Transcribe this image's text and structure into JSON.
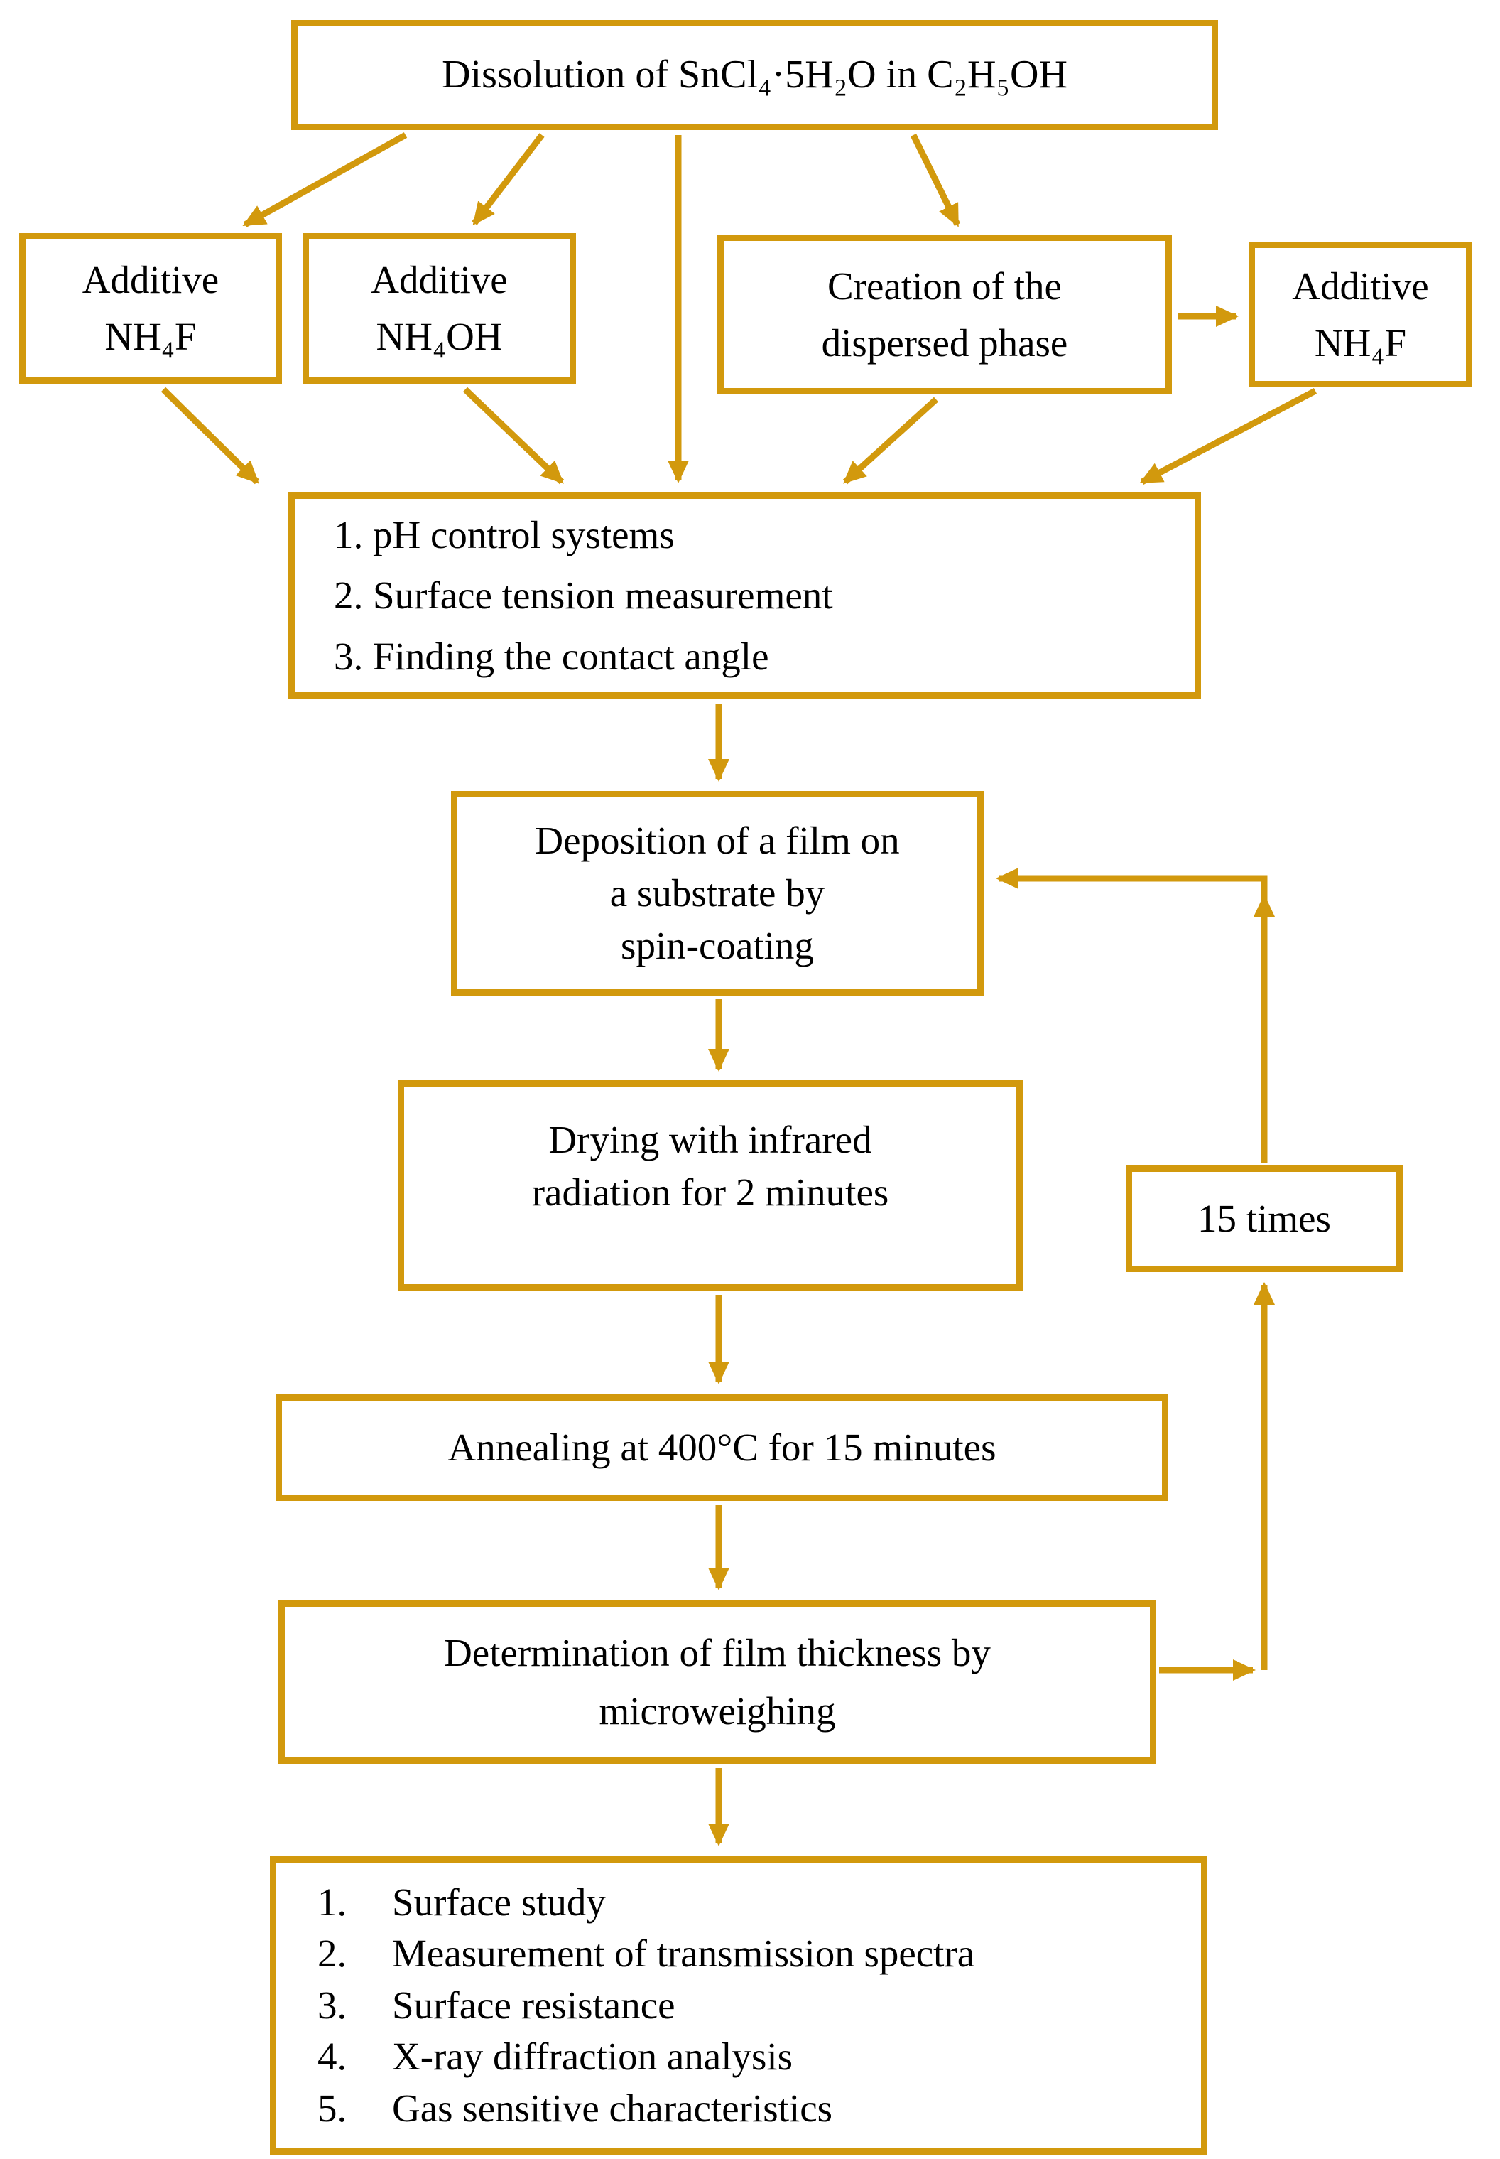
{
  "colors": {
    "accent": "#D2990D",
    "text": "#000000",
    "background": "#FFFFFF"
  },
  "diagram": {
    "type": "flowchart",
    "nodes": {
      "dissolution": {
        "label": "Dissolution of SnCl₄·5H₂O in C₂H₅OH"
      },
      "additive_nh4f_left": {
        "lines": [
          "Additive",
          "NH₄F"
        ]
      },
      "additive_nh4oh": {
        "lines": [
          "Additive",
          "NH₄OH"
        ]
      },
      "creation": {
        "lines": [
          "Creation of the",
          "dispersed phase"
        ]
      },
      "additive_nh4f_right": {
        "lines": [
          "Additive",
          "NH₄F"
        ]
      },
      "ph_control": {
        "lines": [
          "1. pH control systems",
          "2. Surface tension measurement",
          "3. Finding the contact angle"
        ]
      },
      "deposition": {
        "lines": [
          "Deposition of a film on",
          "a substrate by",
          "spin-coating"
        ]
      },
      "drying": {
        "lines": [
          "Drying with infrared",
          "radiation for 2 minutes"
        ]
      },
      "fifteen_times": {
        "label": "15 times"
      },
      "annealing": {
        "label": "Annealing at 400°C for 15 minutes"
      },
      "determination": {
        "lines": [
          "Determination of film thickness by",
          "microweighing"
        ]
      },
      "characterization": {
        "items": [
          {
            "num": "1.",
            "text": "Surface study"
          },
          {
            "num": "2.",
            "text": "Measurement of transmission spectra"
          },
          {
            "num": "3.",
            "text": "Surface resistance"
          },
          {
            "num": "4.",
            "text": "X-ray diffraction analysis"
          },
          {
            "num": "5.",
            "text": "Gas sensitive characteristics"
          }
        ]
      }
    },
    "edges": [
      "dissolution -> additive_nh4f_left",
      "dissolution -> additive_nh4oh",
      "dissolution -> ph_control",
      "dissolution -> creation",
      "creation -> additive_nh4f_right",
      "additive_nh4f_left -> ph_control",
      "additive_nh4oh -> ph_control",
      "creation -> ph_control",
      "additive_nh4f_right -> ph_control",
      "ph_control -> deposition",
      "deposition -> drying",
      "drying -> annealing",
      "annealing -> determination",
      "determination -> characterization",
      "determination -> fifteen_times -> deposition (repeat loop)"
    ]
  }
}
